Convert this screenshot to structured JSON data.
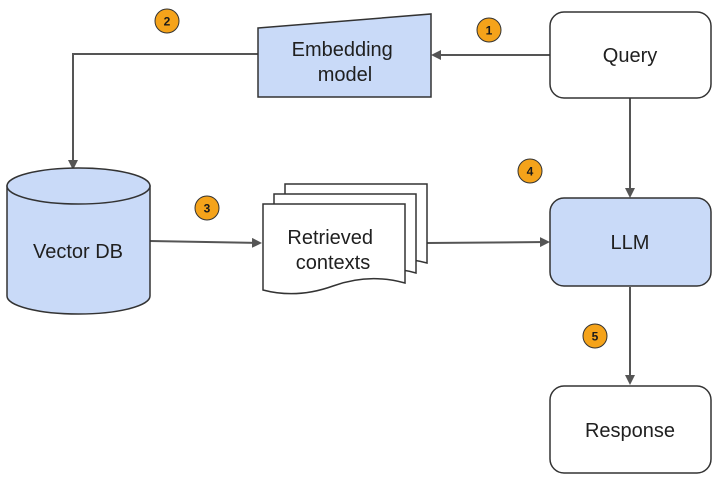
{
  "nodes": {
    "query": "Query",
    "embedding_model": [
      "Embedding",
      "model"
    ],
    "vector_db": "Vector DB",
    "retrieved_contexts": [
      "Retrieved",
      "contexts"
    ],
    "llm": "LLM",
    "response": "Response"
  },
  "steps": [
    "1",
    "2",
    "3",
    "4",
    "5"
  ],
  "colors": {
    "accent_fill": "#c9daf8",
    "node_stroke": "#333333",
    "arrow": "#555555",
    "badge_fill": "#f5a31a",
    "badge_stroke": "#333333"
  }
}
